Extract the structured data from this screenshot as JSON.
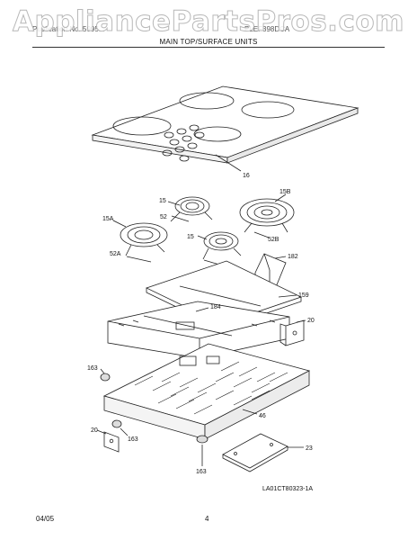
{
  "watermark": "AppliancePartsPros.com",
  "header": {
    "left": "Publication No. 5995...",
    "right": "PLEF398DCA",
    "title": "MAIN TOP/SURFACE UNITS"
  },
  "callouts": {
    "glass_top": "16",
    "element_15_upper": "15",
    "element_15b": "15B",
    "element_15a": "15A",
    "element_15_lower": "15",
    "wire_52_upper": "52",
    "wire_52a": "52A",
    "wire_52b": "52B",
    "bracket_182": "182",
    "insulation_159": "159",
    "channel_184": "184",
    "bracket_20_right": "20",
    "screw_163_left": "163",
    "burner_box_46": "46",
    "bracket_20_left": "20",
    "screw_163_lower": "163",
    "screw_163_bottom": "163",
    "cover_23": "23"
  },
  "footer": {
    "diagram_code": "LA01CT80323-1A",
    "date": "04/05",
    "page": "4"
  }
}
